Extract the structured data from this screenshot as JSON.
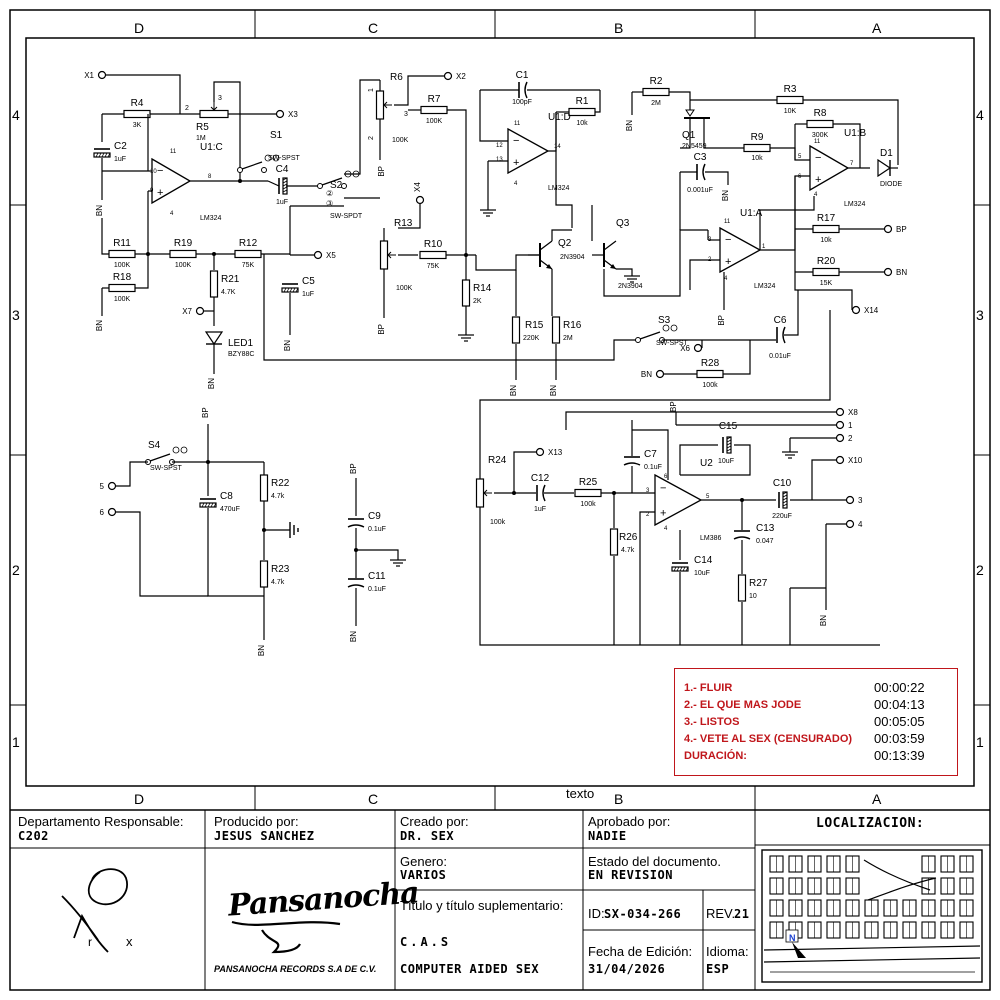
{
  "zones_top": [
    "D",
    "C",
    "B",
    "A"
  ],
  "zones_bottom": [
    "D",
    "C",
    "B",
    "A"
  ],
  "zones_side": [
    "4",
    "3",
    "2",
    "1"
  ],
  "components": {
    "u1c": {
      "name": "U1:C",
      "part": "LM324"
    },
    "u1d": {
      "name": "U1:D",
      "part": "LM324"
    },
    "u1a": {
      "name": "U1:A",
      "part": "LM324"
    },
    "u1b": {
      "name": "U1:B",
      "part": "LM324"
    },
    "u2": {
      "name": "U2",
      "part": "LM386"
    },
    "q1": {
      "name": "Q1",
      "part": "2N5459"
    },
    "q2": {
      "name": "Q2",
      "part": "2N3904"
    },
    "q3": {
      "name": "Q3",
      "part": "2N3904"
    },
    "r1": {
      "name": "R1",
      "value": "10k"
    },
    "r2": {
      "name": "R2",
      "value": "2M"
    },
    "r3": {
      "name": "R3",
      "value": "10K"
    },
    "r4": {
      "name": "R4",
      "value": "3K"
    },
    "r5": {
      "name": "R5",
      "value": "1M"
    },
    "r6": {
      "name": "R6",
      "value": "100K"
    },
    "r7": {
      "name": "R7",
      "value": "100K"
    },
    "r8": {
      "name": "R8",
      "value": "300K"
    },
    "r9": {
      "name": "R9",
      "value": "10k"
    },
    "r10": {
      "name": "R10",
      "value": "75K"
    },
    "r11": {
      "name": "R11",
      "value": "100K"
    },
    "r12": {
      "name": "R12",
      "value": "75K"
    },
    "r13": {
      "name": "R13",
      "value": "100K"
    },
    "r14": {
      "name": "R14",
      "value": "2K"
    },
    "r15": {
      "name": "R15",
      "value": "220K"
    },
    "r16": {
      "name": "R16",
      "value": "2M"
    },
    "r17": {
      "name": "R17",
      "value": "10k"
    },
    "r18": {
      "name": "R18",
      "value": "100K"
    },
    "r19": {
      "name": "R19",
      "value": "100K"
    },
    "r20": {
      "name": "R20",
      "value": "15K"
    },
    "r21": {
      "name": "R21",
      "value": "4.7K"
    },
    "r22": {
      "name": "R22",
      "value": "4.7k"
    },
    "r23": {
      "name": "R23",
      "value": "4.7k"
    },
    "r24": {
      "name": "R24",
      "value": "100k"
    },
    "r25": {
      "name": "R25",
      "value": "100k"
    },
    "r26": {
      "name": "R26",
      "value": "4.7k"
    },
    "r27": {
      "name": "R27",
      "value": "10"
    },
    "r28": {
      "name": "R28",
      "value": "100k"
    },
    "c1": {
      "name": "C1",
      "value": "100pF"
    },
    "c2": {
      "name": "C2",
      "value": "1uF"
    },
    "c3": {
      "name": "C3",
      "value": "0.001uF"
    },
    "c4": {
      "name": "C4",
      "value": "1uF"
    },
    "c5": {
      "name": "C5",
      "value": "1uF"
    },
    "c6": {
      "name": "C6",
      "value": "0.01uF"
    },
    "c7": {
      "name": "C7",
      "value": "0.1uF"
    },
    "c8": {
      "name": "C8",
      "value": "470uF"
    },
    "c9": {
      "name": "C9",
      "value": "0.1uF"
    },
    "c10": {
      "name": "C10",
      "value": "220uF"
    },
    "c11": {
      "name": "C11",
      "value": "0.1uF"
    },
    "c12": {
      "name": "C12",
      "value": "1uF"
    },
    "c13": {
      "name": "C13",
      "value": "0.047"
    },
    "c14": {
      "name": "C14",
      "value": "10uF"
    },
    "c15": {
      "name": "C15",
      "value": "10uF"
    },
    "s1": {
      "name": "S1",
      "part": "SW-SPST"
    },
    "s2": {
      "name": "S2",
      "part": "SW-SPDT"
    },
    "s3": {
      "name": "S3",
      "part": "SW-SPST"
    },
    "s4": {
      "name": "S4",
      "part": "SW-SPST"
    },
    "d1": {
      "name": "D1",
      "part": "DIODE"
    },
    "led1": {
      "name": "LED1",
      "part": "BZY88C"
    }
  },
  "nets": {
    "bp": "BP",
    "bn": "BN",
    "x1": "X1",
    "x2": "X2",
    "x3": "X3",
    "x4": "X4",
    "x5": "X5",
    "x6": "X6",
    "x7": "X7",
    "x8": "X8",
    "x10": "X10",
    "x13": "X13",
    "x14": "X14",
    "n1": "1",
    "n2": "2",
    "n3": "3",
    "n4": "4",
    "n5": "5",
    "n6": "6"
  },
  "tracklist": {
    "items": [
      {
        "title": "1.- FLUIR",
        "time": "00:00:22"
      },
      {
        "title": "2.- EL QUE MAS JODE",
        "time": "00:04:13"
      },
      {
        "title": "3.- LISTOS",
        "time": "00:05:05"
      },
      {
        "title": "4.- VETE AL SEX (CENSURADO)",
        "time": "00:03:59"
      },
      {
        "title": "DURACIÓN:",
        "time": "00:13:39"
      }
    ],
    "title_color": "#c0161b"
  },
  "caption": "texto",
  "title_block": {
    "dept_label": "Departamento Responsable:",
    "dept_value": "C202",
    "produced_label": "Producido por:",
    "produced_value": "JESUS SANCHEZ",
    "created_label": "Creado por:",
    "created_value": "DR. SEX",
    "approved_label": "Aprobado por:",
    "approved_value": "NADIE",
    "location_label": "LOCALIZACION:",
    "genre_label": "Genero:",
    "genre_value": "VARIOS",
    "status_label": "Estado del documento.",
    "status_value": "EN REVISION",
    "title_label": "Título y título suplementario:",
    "title_value1": "C.A.S",
    "title_value2": "COMPUTER AIDED SEX",
    "id_label": "ID:",
    "id_value": "SX-034-266",
    "rev_label": "REV.",
    "rev_value": "21",
    "date_label": "Fecha de Edición:",
    "date_value": "31/04/2026",
    "lang_label": "Idioma:",
    "lang_value": "ESP",
    "logo_text": "Pansanocha",
    "company": "PANSANOCHA RECORDS S.A DE C.V.",
    "signature_text": "Dr x",
    "map_north": "N"
  }
}
